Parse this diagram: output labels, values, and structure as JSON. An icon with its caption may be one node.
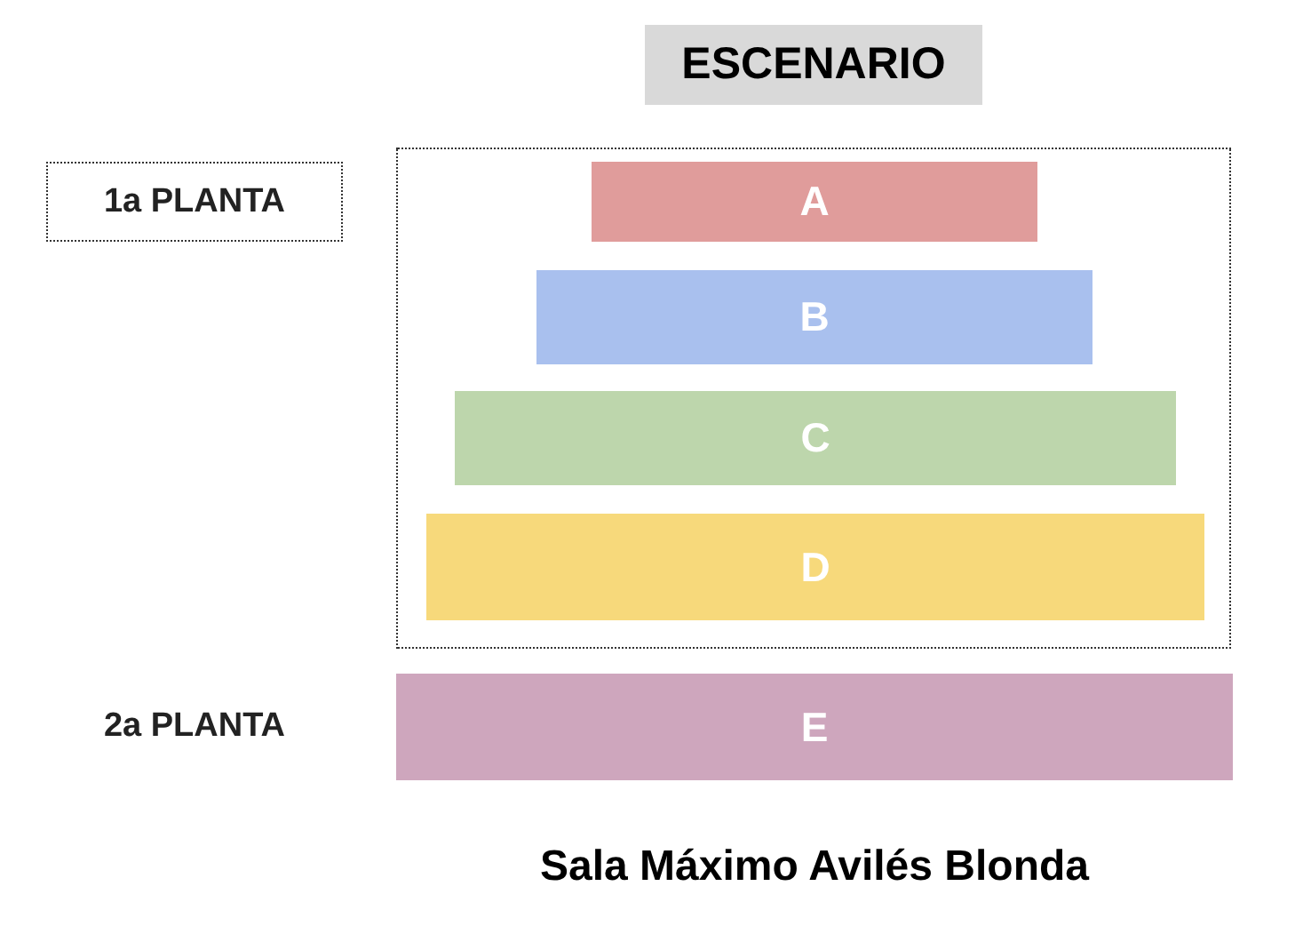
{
  "diagram": {
    "caption": "Sala Máximo Avilés Blonda",
    "nodes": [
      {
        "text": [
          "ESCENARIO"
        ]
      },
      {
        "text": [
          "1a PLANTA"
        ]
      },
      {
        "text": [],
        "shape": "box"
      },
      {
        "text": [
          "A"
        ],
        "in": 2
      },
      {
        "text": [
          "B"
        ],
        "in": 2
      },
      {
        "text": [
          "C"
        ],
        "in": 2
      },
      {
        "text": [
          "D"
        ],
        "in": 2
      },
      {
        "text": [
          "E"
        ]
      }
    ],
    "labels": [
      "2a PLANTA"
    ]
  }
}
